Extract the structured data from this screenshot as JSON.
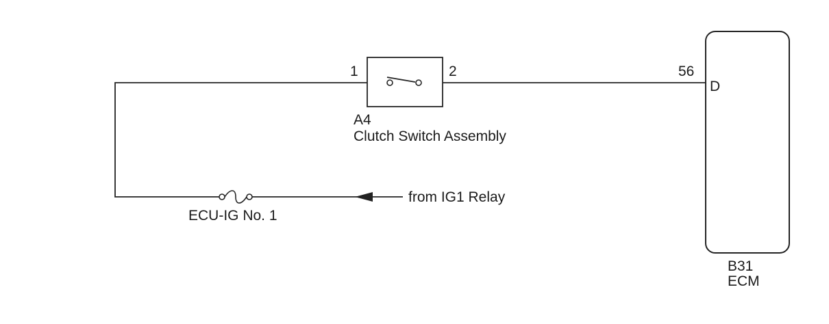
{
  "switch": {
    "code": "A4",
    "name": "Clutch Switch Assembly",
    "pin_left": "1",
    "pin_right": "2"
  },
  "ecm": {
    "code": "B31",
    "name": "ECM",
    "pin_number": "56",
    "pin_label": "D"
  },
  "fuse": {
    "name": "ECU-IG No. 1"
  },
  "source": {
    "label": "from IG1 Relay"
  },
  "colors": {
    "line": "#222222",
    "text": "#1a1a1a",
    "background": "#ffffff"
  }
}
